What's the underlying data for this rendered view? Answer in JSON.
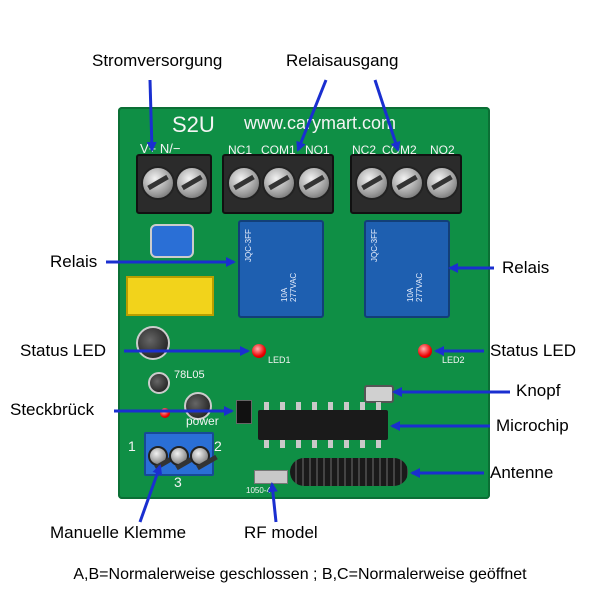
{
  "colors": {
    "board": "#0f8f45",
    "arrow": "#1a2fd0",
    "relay": "#1e5fb0",
    "terminal_blue": "#2a6fd6"
  },
  "labels": {
    "power_supply": "Stromversorgung",
    "relay_output": "Relaisausgang",
    "relay_left": "Relais",
    "relay_right": "Relais",
    "status_led_left": "Status LED",
    "status_led_right": "Status LED",
    "button": "Knopf",
    "jumper": "Steckbrück",
    "microchip": "Microchip",
    "antenna": "Antenne",
    "manual_terminal": "Manuelle Klemme",
    "rf_model": "RF model"
  },
  "board": {
    "model": "S2U",
    "website": "www.carymart.com",
    "power_pins": "V+ N/−",
    "relay_pins_1": [
      "NC1",
      "COM1",
      "NO1"
    ],
    "relay_pins_2": [
      "NC2",
      "COM2",
      "NO2"
    ],
    "relay_text_1": "JQC-3FF",
    "relay_text_2": "10A 277VAC",
    "regulator": "78L05",
    "power_text": "power",
    "led1": "LED1",
    "led2": "LED2",
    "terminal_nums": [
      "1",
      "2",
      "3"
    ],
    "rf_module": "1050-4"
  },
  "caption": "A,B=Normalerweise geschlossen ; B,C=Normalerweise geöffnet"
}
